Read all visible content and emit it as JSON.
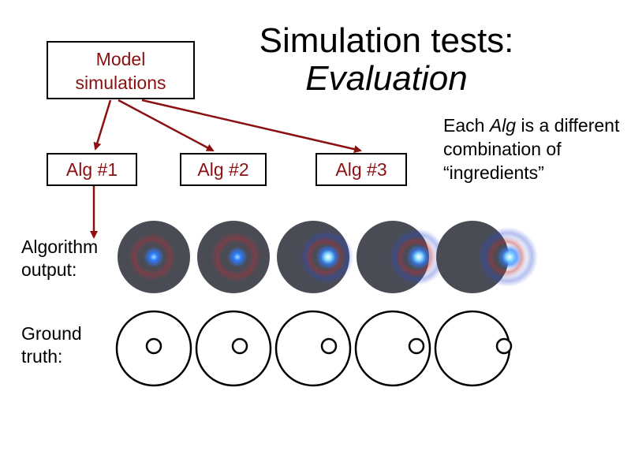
{
  "title": {
    "line1": "Simulation tests:",
    "line2": "Evaluation"
  },
  "model_box": {
    "line1": "Model",
    "line2": "simulations"
  },
  "algs": [
    "Alg #1",
    "Alg #2",
    "Alg #3"
  ],
  "note": {
    "pre": "Each ",
    "em": "Alg",
    "post": " is a different combination of “ingredients”"
  },
  "labels": {
    "output": {
      "line1": "Algorithm",
      "line2": "output:"
    },
    "truth": {
      "line1": "Ground",
      "line2": "truth:"
    }
  },
  "colors": {
    "arrow": "#8b1010",
    "box_text": "#8b1010",
    "disc": "#4a4c55",
    "blob": "#3c8cff"
  },
  "panel_count": 5
}
